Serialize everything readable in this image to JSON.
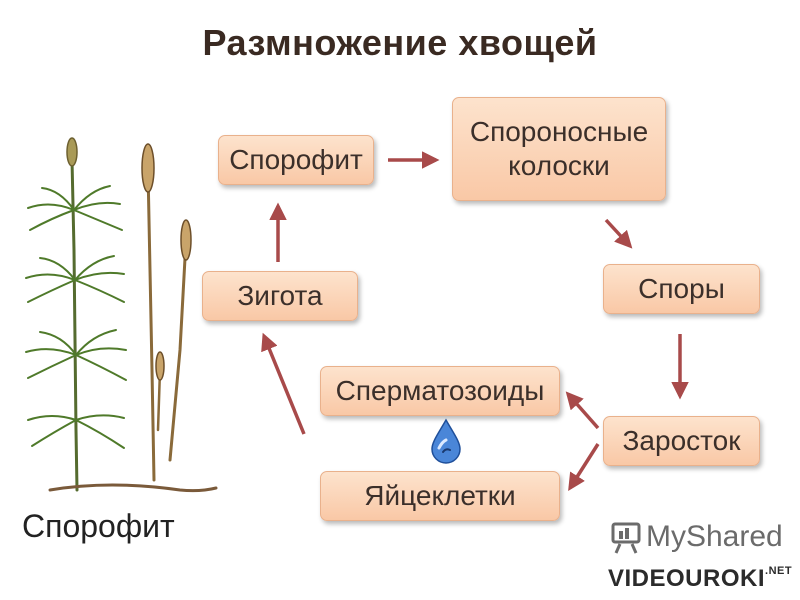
{
  "title": "Размножение хвощей",
  "nodes": {
    "sporophyte": "Спорофит",
    "spore_spikes": "Спороносные колоски",
    "spores": "Споры",
    "prothallus": "Заросток",
    "sperm": "Сперматозоиды",
    "eggs": "Яйцеклетки",
    "zygote": "Зигота"
  },
  "plant_caption": "Спорофит",
  "watermarks": {
    "myshared": "MyShared",
    "videouroki": "VIDEOUROKI",
    "videouroki_suffix": ".NET"
  },
  "colors": {
    "box_top": "#fde3cd",
    "box_bottom": "#f9c8a6",
    "arrow": "#a84a4a",
    "title": "#3a2a22"
  }
}
